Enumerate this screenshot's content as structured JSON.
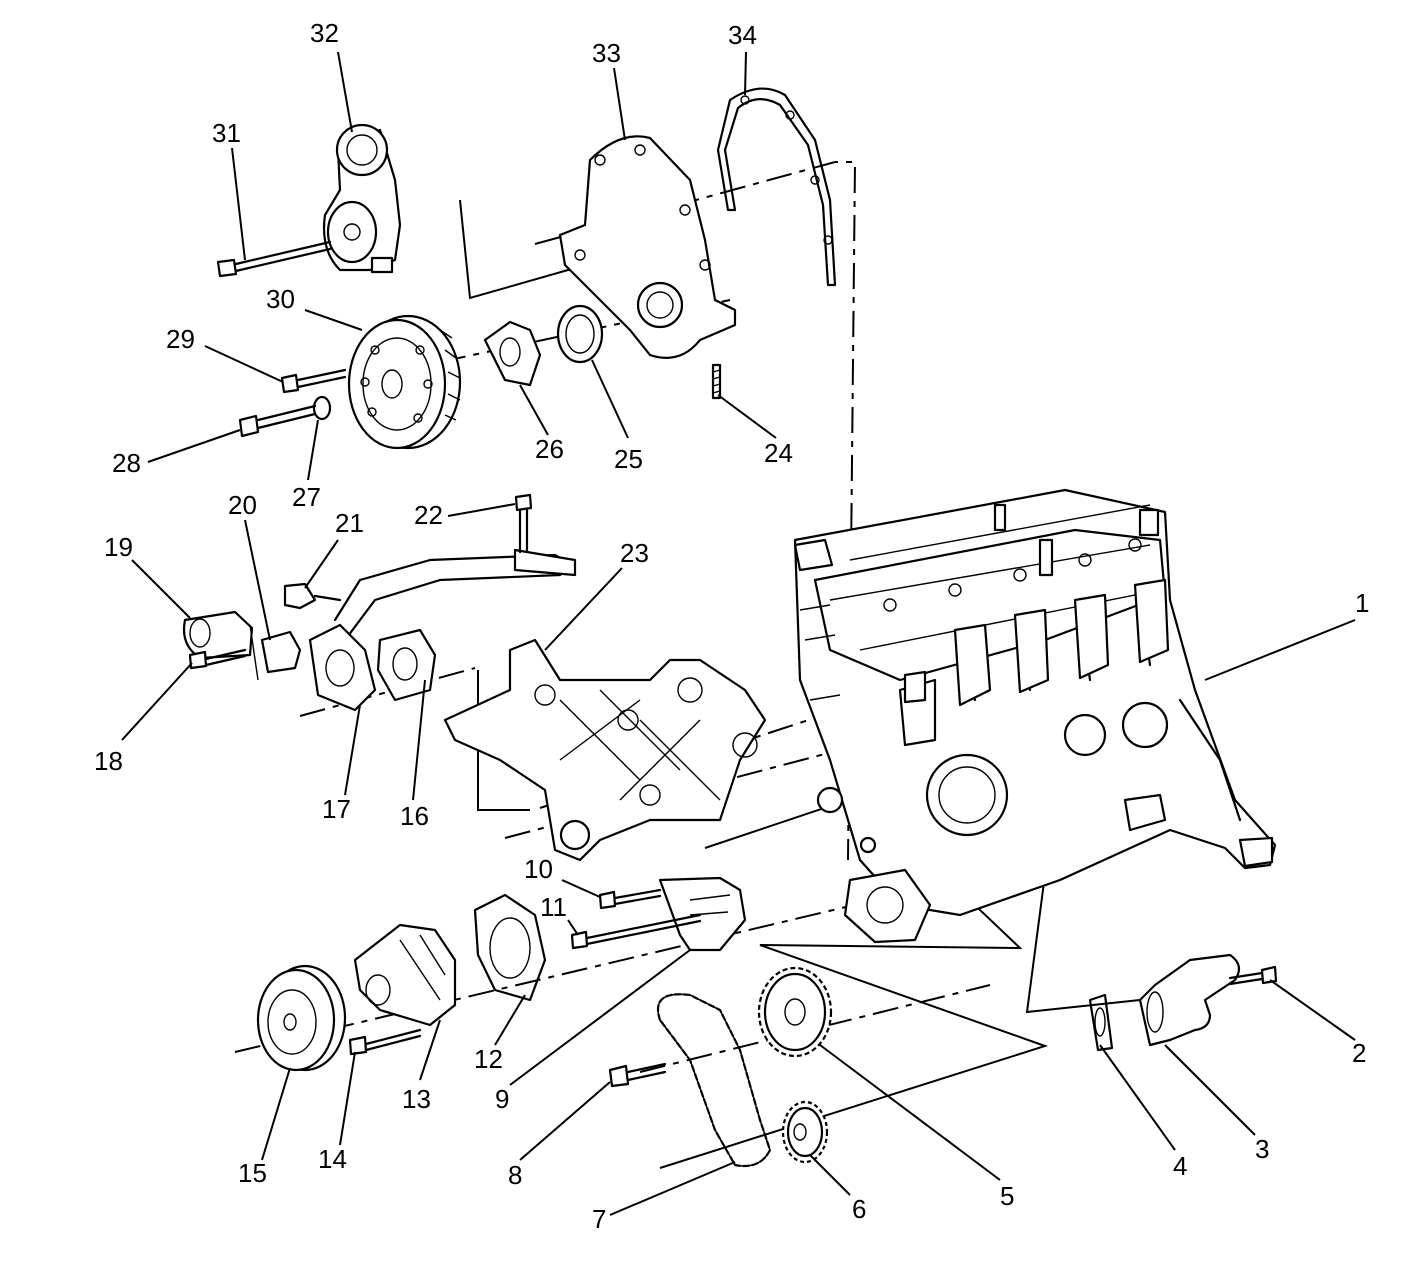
{
  "callouts": [
    "1",
    "2",
    "3",
    "4",
    "5",
    "6",
    "7",
    "8",
    "9",
    "10",
    "11",
    "12",
    "13",
    "14",
    "15",
    "16",
    "17",
    "18",
    "19",
    "20",
    "21",
    "22",
    "23",
    "24",
    "25",
    "26",
    "27",
    "28",
    "29",
    "30",
    "31",
    "32",
    "33",
    "34"
  ],
  "colors": {
    "ink": "#000000",
    "paper": "#ffffff"
  }
}
